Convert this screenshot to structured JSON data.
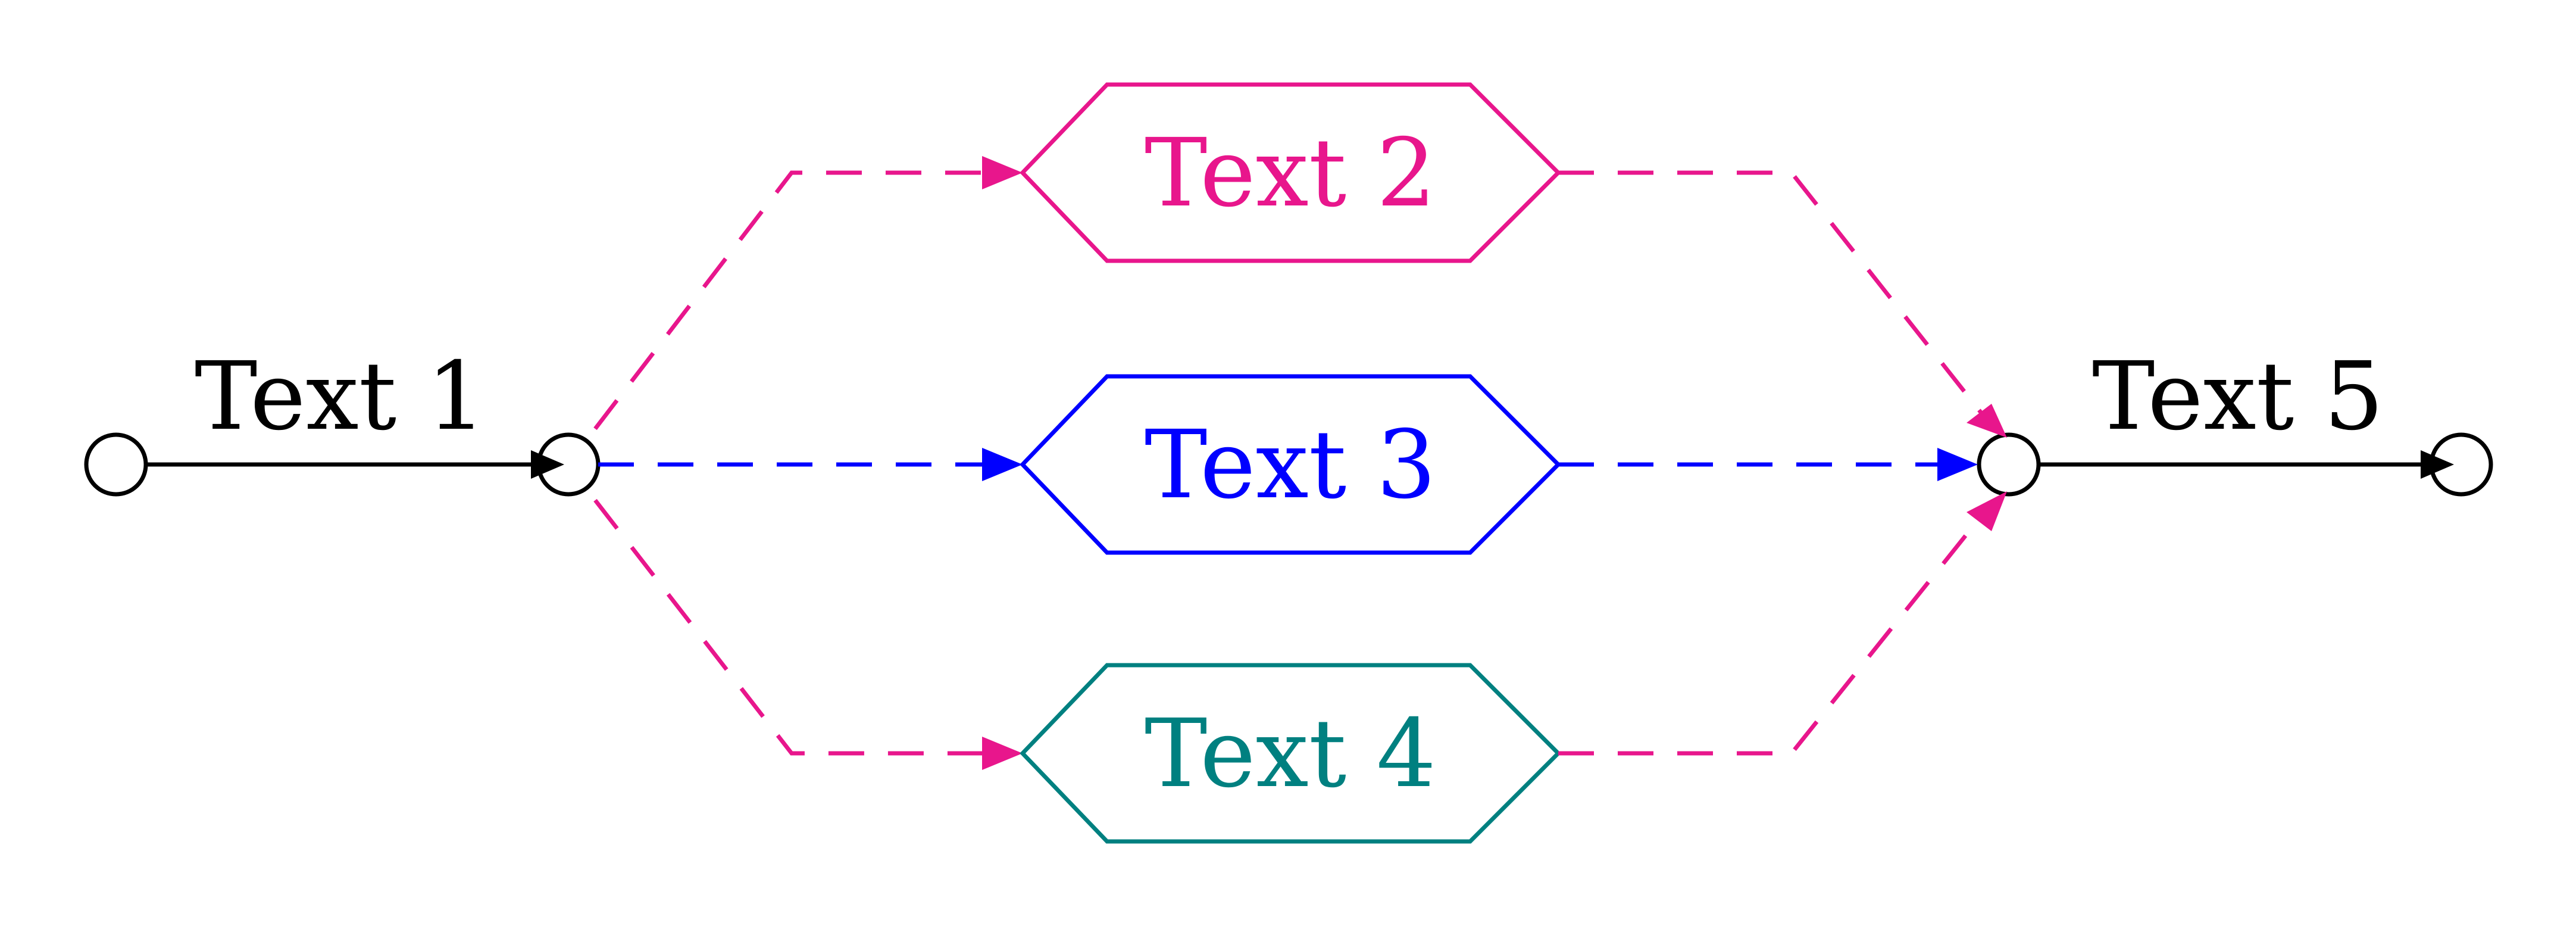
{
  "labels": {
    "edge_left": "Text 1",
    "box_top": "Text 2",
    "box_middle": "Text 3",
    "box_bottom": "Text 4",
    "edge_right": "Text 5"
  },
  "colors": {
    "black": "#000000",
    "magenta": "#E8168C",
    "blue": "#0000FF",
    "teal": "#008080"
  }
}
